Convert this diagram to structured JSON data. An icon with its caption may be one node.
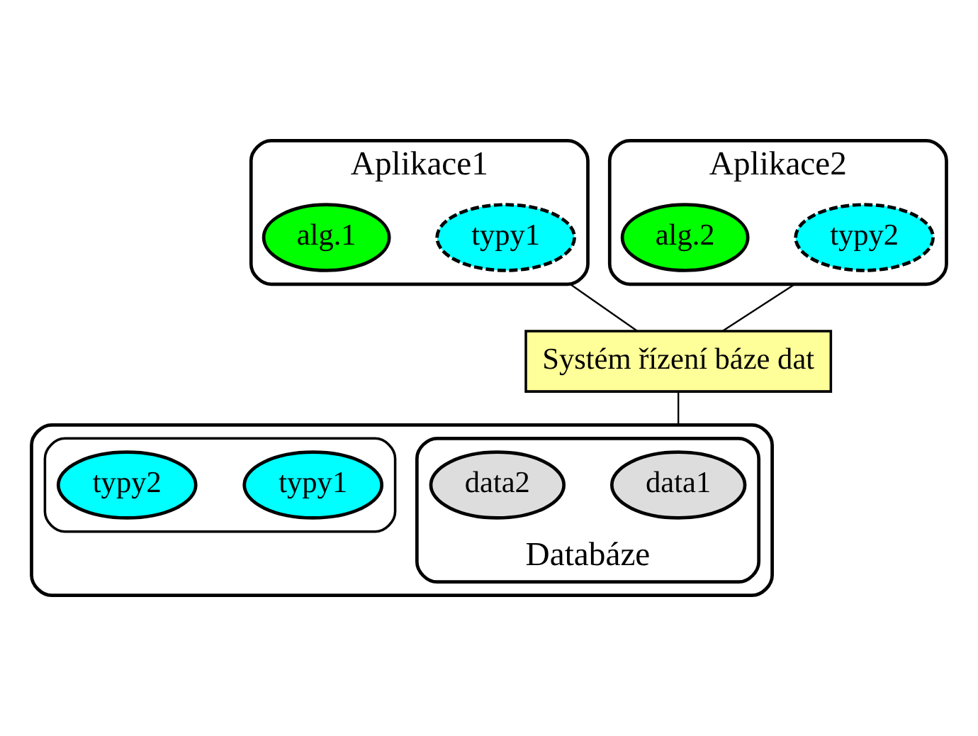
{
  "diagram": {
    "nodes": [
      {
        "text": [
          "Aplikace1"
        ]
      },
      {
        "text": [
          "typy1"
        ],
        "in": 0
      },
      {
        "text": [
          "alg.1"
        ],
        "in": 0
      },
      {
        "text": [
          "Aplikace2"
        ]
      },
      {
        "text": [
          "typy2"
        ],
        "in": 3
      },
      {
        "text": [
          "alg.2"
        ],
        "in": 3
      },
      {
        "text": [
          "Systém řízení báze dat"
        ]
      },
      {
        "text": [],
        "shape": "cylinder"
      },
      {
        "text": [
          "Databáze"
        ],
        "in": 7
      },
      {
        "text": [
          "data1"
        ],
        "in": 8
      },
      {
        "text": [
          "data2"
        ],
        "in": 8
      },
      {
        "text": [],
        "shape": "box",
        "in": 7
      },
      {
        "text": [
          "typy1"
        ],
        "in": 11
      },
      {
        "text": [
          "typy2"
        ],
        "in": 11
      }
    ],
    "edges": [
      {
        "from": 0,
        "to": 6,
        "arrow": "none"
      },
      {
        "from": 3,
        "to": 6,
        "arrow": "none"
      },
      {
        "from": 6,
        "to": 7,
        "arrow": "none"
      }
    ]
  }
}
